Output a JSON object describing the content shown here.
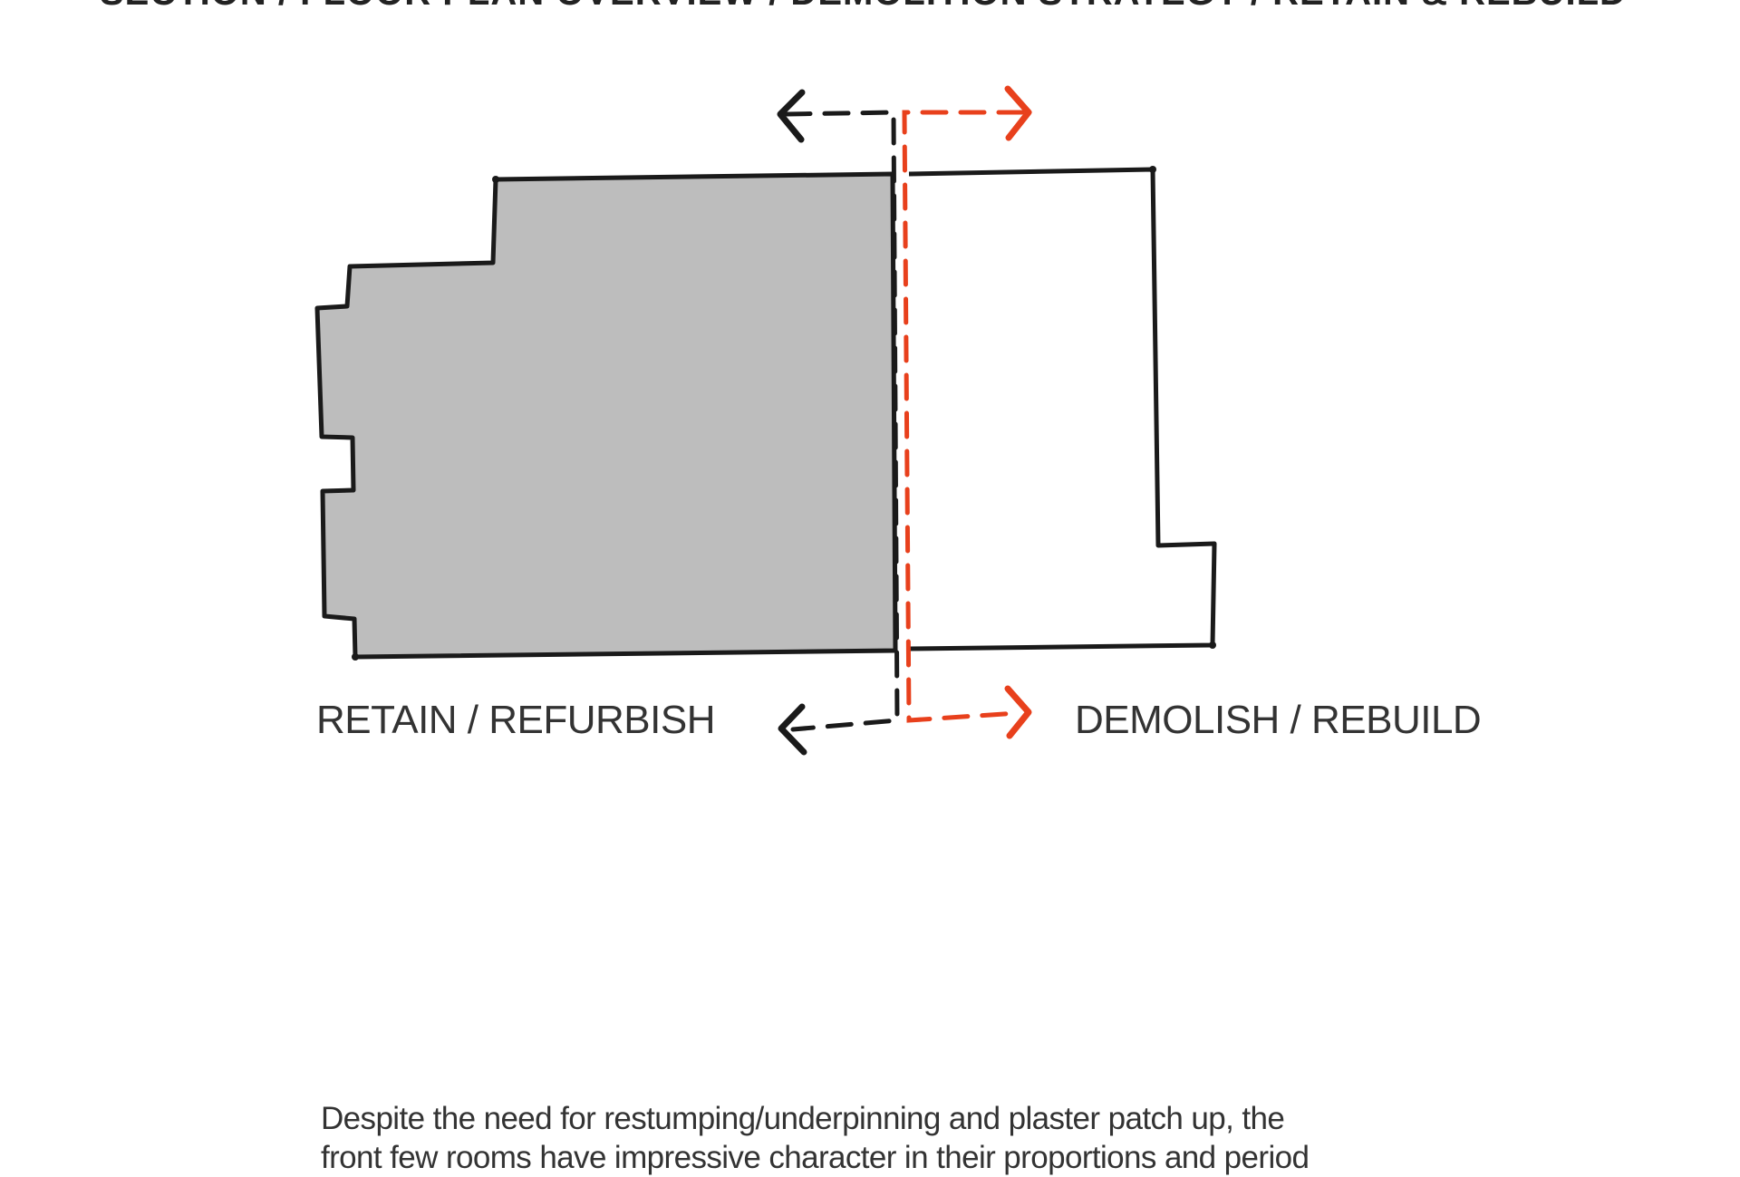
{
  "top_heading": "SECTION / FLOOR PLAN OVERVIEW / DEMOLITION STRATEGY / RETAIN & REBUILD",
  "labels": {
    "retain": "RETAIN / REFURBISH",
    "demolish": "DEMOLISH / REBUILD"
  },
  "body_text": {
    "line1": "Despite the need for restumping/underpinning and plaster patch up, the",
    "line2": "front few rooms have impressive character in their proportions and period"
  },
  "colors": {
    "ink": "#1a1a1a",
    "retain_fill": "#bdbdbd",
    "demolish_accent": "#e8401c",
    "text": "#333333"
  }
}
